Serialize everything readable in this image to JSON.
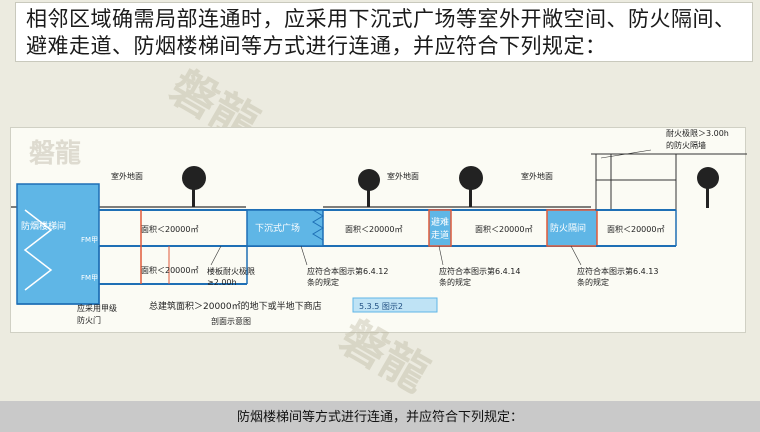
{
  "title": "相邻区域确需局部连通时，应采用下沉式广场等室外开敞空间、防火隔间、避难走道、防烟楼梯间等方式进行连通，并应符合下列规定：",
  "watermark": "磐龍",
  "figure": {
    "labels": {
      "fire_stair": "防烟楼梯间",
      "fm1": "FM甲",
      "fm2": "FM甲",
      "outdoor1": "室外地面",
      "outdoor2": "室外地面",
      "outdoor3": "室外地面",
      "area1": "面积＜20000㎡",
      "area2": "面积＜20000㎡",
      "area3": "面积＜20000㎡",
      "area4": "面积＜20000㎡",
      "area5": "面积＜20000㎡",
      "sunken_plaza": "下沉式广场",
      "refuge_1": "避难",
      "refuge_2": "走道",
      "fire_compartment": "防火隔间",
      "fire_limit_1": "耐火极限＞3.00h",
      "fire_limit_2": "的防火隔墙",
      "slab_limit_1": "楼板耐火极限",
      "slab_limit_2": "≥2.00h",
      "ref1_1": "应符合本图示第6.4.12",
      "ref1_2": "条的规定",
      "ref2_1": "应符合本图示第6.4.14",
      "ref2_2": "条的规定",
      "ref3_1": "应符合本图示第6.4.13",
      "ref3_2": "条的规定",
      "door_1": "应采用甲级",
      "door_2": "防火门",
      "caption_1": "总建筑面积＞20000㎡的地下或半地下商店",
      "caption_2": "剖面示意图",
      "fig_tag": "5.3.5 图示2"
    }
  },
  "bottom_text": "防烟楼梯间等方式进行连通，并应符合下列规定：",
  "colors": {
    "accent_blue": "#5fb6e6",
    "line_blue": "#1e6fb5",
    "fire_red": "#e05a3a"
  }
}
